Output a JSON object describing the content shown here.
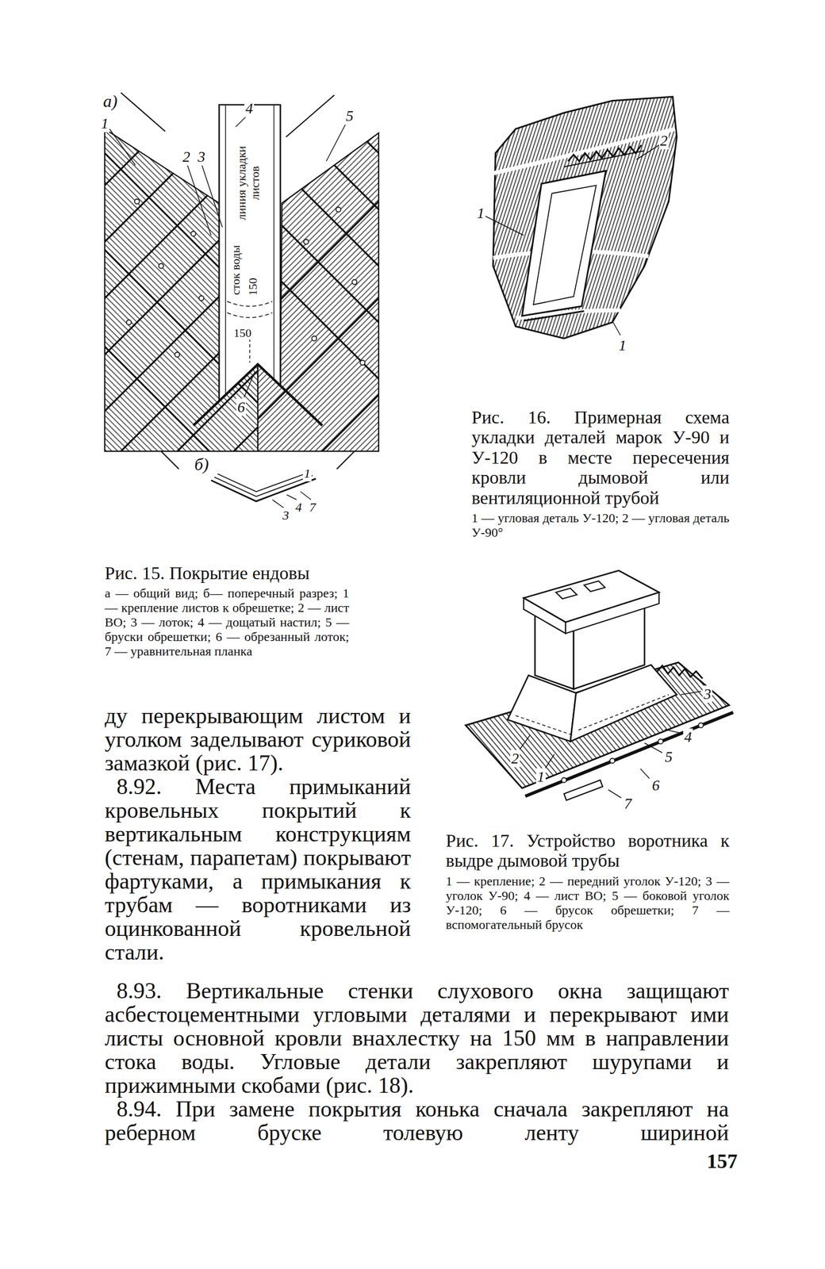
{
  "diagram": {
    "labels": [
      "а)",
      "1",
      "2",
      "3",
      "4",
      "5",
      "линия укладки листов",
      "сток воды",
      "150",
      "150",
      "6",
      "б)",
      "1",
      "3",
      "4",
      "7",
      "Рис. 15. Покрытие ендовы",
      "а — общий вид; б— поперечный разрез; 1 — крепление листов к обрешетке; 2 — лист ВО; 3 — лоток; 4 — дощатый настил; 5 — бруски обрешетки; 6 — обрезанный лоток; 7 — уравнительная планка",
      "2",
      "1",
      "1",
      "Рис. 16. Примерная схема укладки деталей марок У-90 и У-120 в месте пересечения кровли дымовой или вентиляционной трубой",
      "1 — угловая деталь У-120; 2 — угловая деталь У-90°",
      "1",
      "2",
      "3",
      "4",
      "5",
      "6",
      "7",
      "Рис. 17. Устройство воротника к выдре дымовой трубы",
      "1 — крепление; 2 — передний уголок У-120; 3 — уголок У-90; 4 — лист ВО; 5 — боковой уголок У-120; 6 — брусок обрешетки; 7 — вспомогательный брусок",
      "ду перекрывающим листом и уголком заделывают суриковой замазкой (рис. 17).",
      "8.92. Места примыканий кровельных покрытий к вертикальным конструкциям (стенам, парапетам) покрывают фартуками, а примыкания к трубам — воротниками из оцинкованной кровельной стали.",
      "8.93. Вертикальные стенки слухового окна защищают асбестоцементными угловыми деталями и перекрывают ими листы основной кровли внахлестку на 150 мм в направлении стока воды. Угловые детали закрепляют шурупами и прижимными скобами (рис. 18).",
      "8.94. При замене покрытия конька сначала закрепляют на реберном бруске толевую ленту шириной",
      "157"
    ]
  }
}
